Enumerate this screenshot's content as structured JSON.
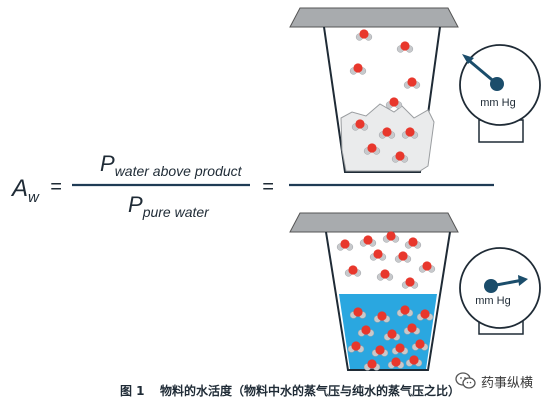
{
  "formula": {
    "aw_main": "A",
    "aw_sub": "w",
    "equals": "=",
    "numerator_main": "P",
    "numerator_sub": "water above product",
    "denominator_main": "P",
    "denominator_sub": "pure water",
    "equals2": "="
  },
  "gauges": {
    "top_label": "mm Hg",
    "bottom_label": "mm Hg"
  },
  "caption": {
    "figure_number": "图 1",
    "text": "物料的水活度（物料中水的蒸气压与纯水的蒸气压之比）"
  },
  "watermark": {
    "text": "药事纵横",
    "icon": "wechat-icon"
  },
  "colors": {
    "lid": "#a8abae",
    "water": "#2aa7e0",
    "oxygen": "#e8372c",
    "hydrogen": "#c7c9cc",
    "needle": "#1b4d6b",
    "line": "#1f3b55"
  }
}
